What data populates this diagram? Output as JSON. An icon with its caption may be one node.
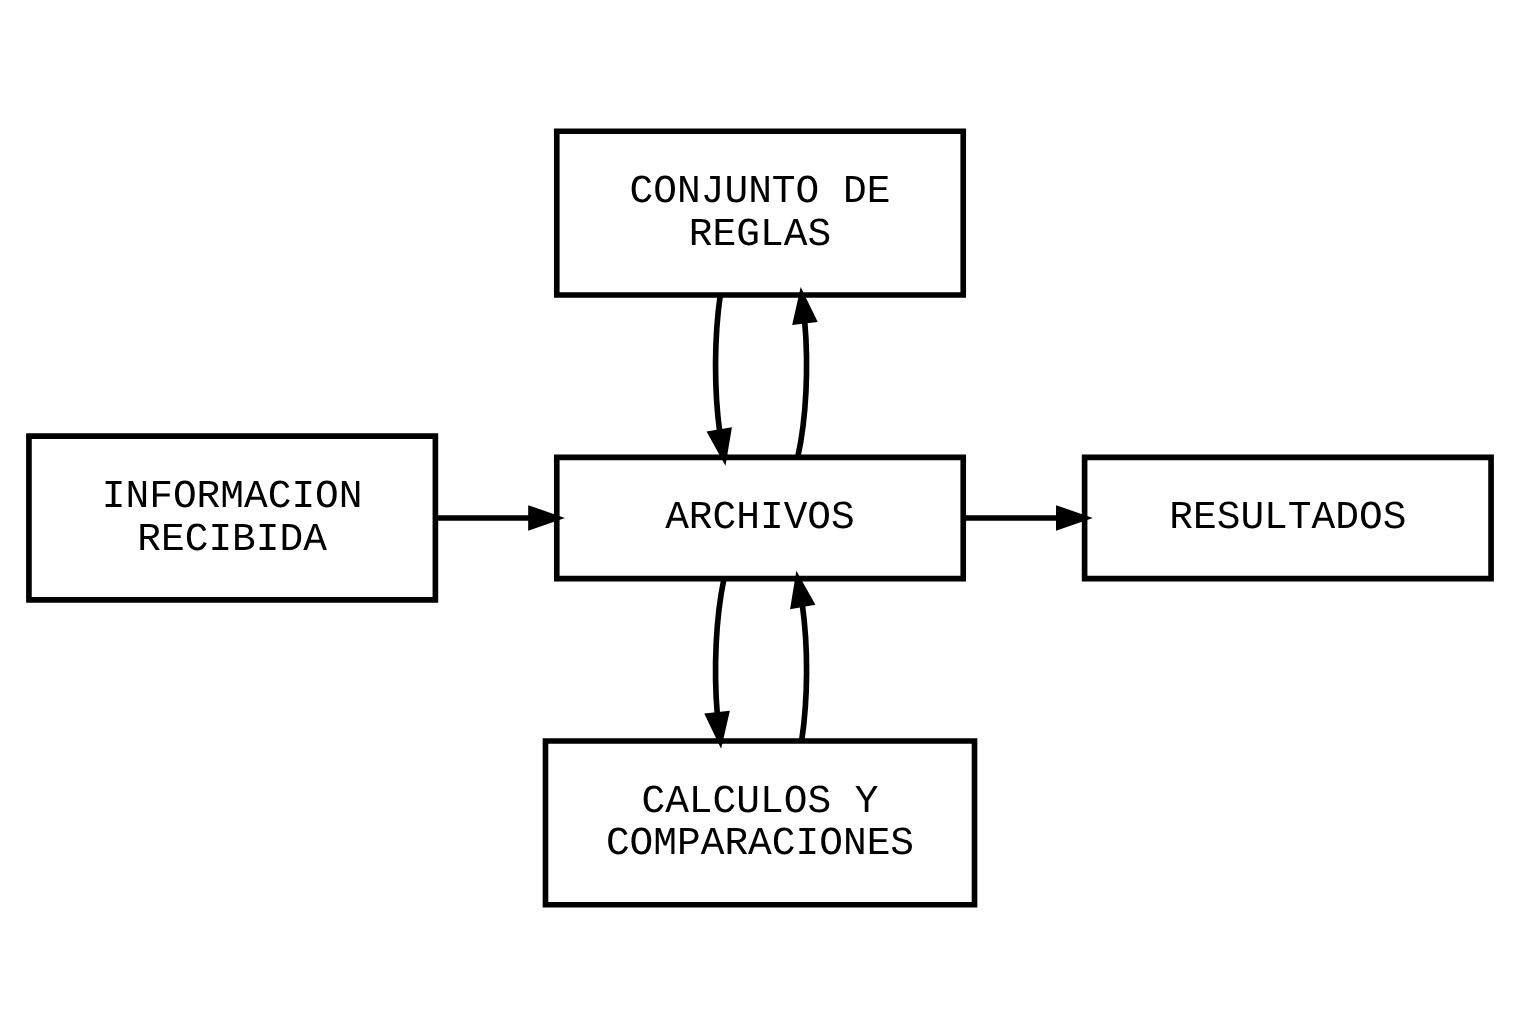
{
  "diagram": {
    "nodes": [
      {
        "text": [
          "CONJUNTO DE REGLAS"
        ]
      },
      {
        "text": [
          "INFORMACION RECIBIDA"
        ]
      },
      {
        "text": [
          "ARCHIVOS"
        ]
      },
      {
        "text": [
          "RESULTADOS"
        ]
      },
      {
        "text": [
          "CALCULOS Y COMPARACIONES"
        ]
      }
    ],
    "edges": [
      {
        "from": 0,
        "to": 2,
        "arrow": "to"
      },
      {
        "from": 2,
        "to": 0,
        "arrow": "to"
      },
      {
        "from": 1,
        "to": 2,
        "arrow": "to"
      },
      {
        "from": 2,
        "to": 3,
        "arrow": "to"
      },
      {
        "from": 2,
        "to": 4,
        "arrow": "to"
      },
      {
        "from": 4,
        "to": 2,
        "arrow": "to"
      }
    ]
  }
}
